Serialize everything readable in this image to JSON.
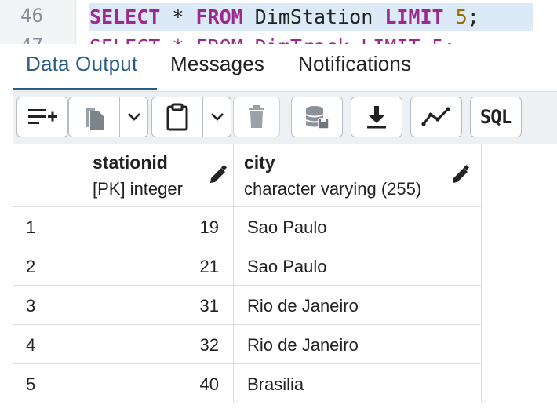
{
  "editor": {
    "line_numbers": [
      "46",
      "47"
    ],
    "line_46": {
      "kw_select": "SELECT",
      "star": " * ",
      "kw_from": "FROM",
      "table": " DimStation ",
      "kw_limit": "LIMIT",
      "limit_value": " 5",
      "semicolon": ";"
    },
    "line_47_partial": "SELECT * FROM DimTrack LIMIT 5;"
  },
  "tabs": [
    {
      "label": "Data Output",
      "active": true
    },
    {
      "label": "Messages",
      "active": false
    },
    {
      "label": "Notifications",
      "active": false
    }
  ],
  "toolbar": {
    "buttons": [
      {
        "icon": "add-row-icon"
      },
      {
        "icon": "copy-icon"
      },
      {
        "icon": "chevron-down-icon"
      },
      {
        "icon": "paste-icon"
      },
      {
        "icon": "chevron-down-icon"
      },
      {
        "icon": "delete-icon"
      },
      {
        "icon": "save-data-icon"
      },
      {
        "icon": "download-icon"
      },
      {
        "icon": "graph-icon"
      },
      {
        "label": "SQL"
      }
    ]
  },
  "grid": {
    "columns": [
      {
        "name": "stationid",
        "type": "[PK] integer"
      },
      {
        "name": "city",
        "type": "character varying (255)"
      }
    ],
    "rows": [
      {
        "n": "1",
        "stationid": "19",
        "city": "Sao Paulo"
      },
      {
        "n": "2",
        "stationid": "21",
        "city": "Sao Paulo"
      },
      {
        "n": "3",
        "stationid": "31",
        "city": "Rio de Janeiro"
      },
      {
        "n": "4",
        "stationid": "32",
        "city": "Rio de Janeiro"
      },
      {
        "n": "5",
        "stationid": "40",
        "city": "Brasilia"
      }
    ]
  },
  "colors": {
    "accent": "#2a5c8a",
    "keyword": "#9b2a8e",
    "number": "#9b6a00",
    "current_line": "#dce9f7"
  }
}
